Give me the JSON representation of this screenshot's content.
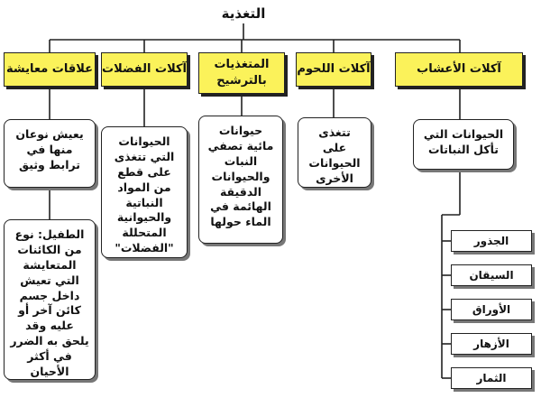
{
  "title": "التغذية",
  "categories": [
    {
      "id": "herbivores",
      "label": "آكلات الأعشاب",
      "description": "الحيوانات التي تأكل النباتات"
    },
    {
      "id": "carnivores",
      "label": "آكلات اللحوم",
      "description": "تتغذى على الحيوانات الأخرى"
    },
    {
      "id": "filter",
      "label": "المتغذيات بالترشيح",
      "description": "حيوانات مائية تصفي النبات والحيوانات الدقيقة الهائمة في الماء حولها"
    },
    {
      "id": "detritivores",
      "label": "آكلات الفضلات",
      "description": "الحيوانات التي تتغذى على قطع من المواد النباتية والحيوانية المتحللة \"الفضلات\""
    },
    {
      "id": "symbiosis",
      "label": "علاقات معايشة",
      "description": "يعيش نوعان منها في ترابط وثيق"
    }
  ],
  "parasite": {
    "term": "الطفيل:",
    "text": "نوع من الكائنات المتعايشة التي تعيش داخل جسم كائن آخر أو عليه وقد يلحق به الضرر في أكثر الأحيان"
  },
  "plant_parts": [
    "الجذور",
    "السيقان",
    "الأوراق",
    "الأزهار",
    "الثمار"
  ]
}
